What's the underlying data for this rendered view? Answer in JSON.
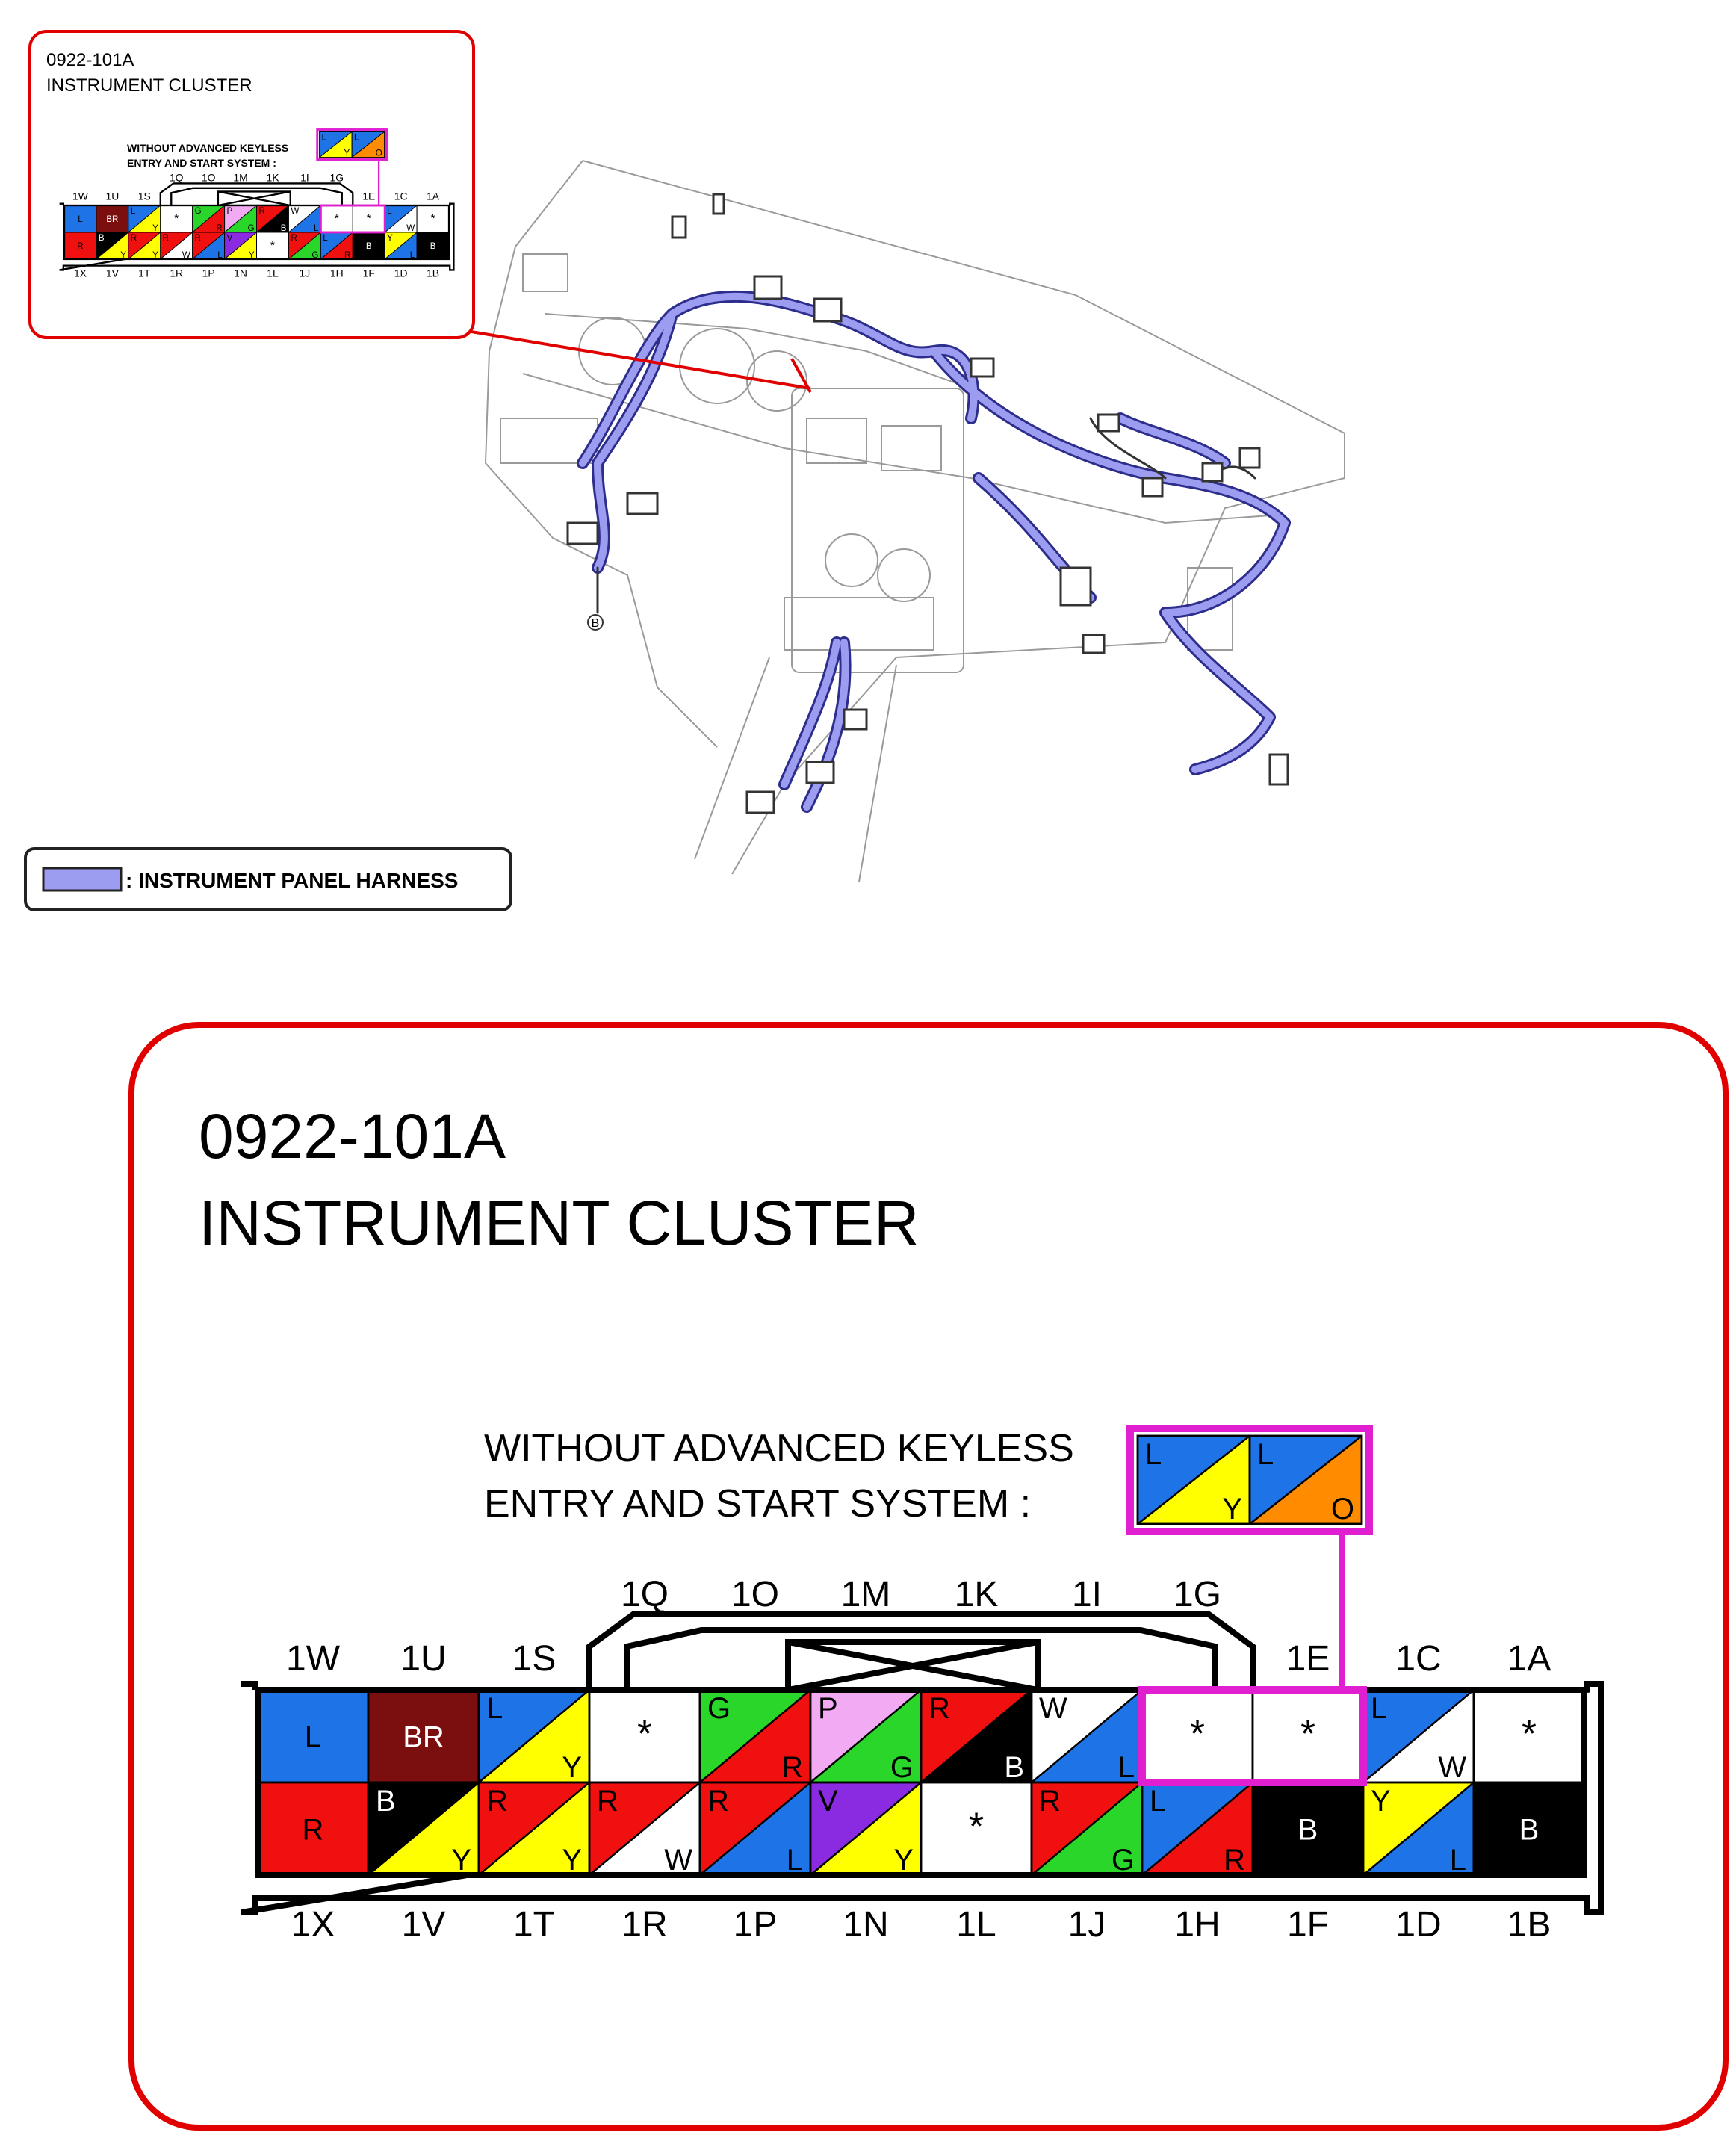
{
  "callout": {
    "part_number": "0922-101A",
    "title": "INSTRUMENT CLUSTER",
    "note_line1": "WITHOUT ADVANCED KEYLESS",
    "note_line2": "ENTRY AND START SYSTEM :"
  },
  "legend": {
    "harness_label": ": INSTRUMENT PANEL HARNESS",
    "harness_color": "#9c9cf0"
  },
  "ground_marker": "B",
  "connector": {
    "top_labels": [
      "1W",
      "1U",
      "1S",
      "1Q",
      "1O",
      "1M",
      "1K",
      "1I",
      "1G",
      "1E",
      "1C",
      "1A"
    ],
    "bottom_labels": [
      "1X",
      "1V",
      "1T",
      "1R",
      "1P",
      "1N",
      "1L",
      "1J",
      "1H",
      "1F",
      "1D",
      "1B"
    ],
    "top_row": [
      {
        "pin": "1W",
        "c1": "blue",
        "c2": "blue",
        "t1": "L",
        "t2": ""
      },
      {
        "pin": "1U",
        "c1": "brown",
        "c2": "brown",
        "t1": "BR",
        "t2": ""
      },
      {
        "pin": "1S",
        "c1": "blue",
        "c2": "yellow",
        "t1": "L",
        "t2": "Y"
      },
      {
        "pin": "1Q",
        "c1": "white",
        "c2": "white",
        "t1": "*",
        "t2": ""
      },
      {
        "pin": "1O",
        "c1": "green",
        "c2": "red",
        "t1": "G",
        "t2": "R"
      },
      {
        "pin": "1M",
        "c1": "pink",
        "c2": "green",
        "t1": "P",
        "t2": "G"
      },
      {
        "pin": "1K",
        "c1": "red",
        "c2": "black",
        "t1": "R",
        "t2": "B"
      },
      {
        "pin": "1I",
        "c1": "white",
        "c2": "blue",
        "t1": "W",
        "t2": "L"
      },
      {
        "pin": "1G",
        "c1": "white",
        "c2": "white",
        "t1": "*",
        "t2": ""
      },
      {
        "pin": "1E",
        "c1": "white",
        "c2": "white",
        "t1": "*",
        "t2": ""
      },
      {
        "pin": "1C",
        "c1": "blue",
        "c2": "white",
        "t1": "L",
        "t2": "W"
      },
      {
        "pin": "1A",
        "c1": "white",
        "c2": "white",
        "t1": "*",
        "t2": ""
      }
    ],
    "bottom_row": [
      {
        "pin": "1X",
        "c1": "red",
        "c2": "red",
        "t1": "R",
        "t2": ""
      },
      {
        "pin": "1V",
        "c1": "black",
        "c2": "yellow",
        "t1": "B",
        "t2": "Y"
      },
      {
        "pin": "1T",
        "c1": "red",
        "c2": "yellow",
        "t1": "R",
        "t2": "Y"
      },
      {
        "pin": "1R",
        "c1": "red",
        "c2": "white",
        "t1": "R",
        "t2": "W"
      },
      {
        "pin": "1P",
        "c1": "red",
        "c2": "blue",
        "t1": "R",
        "t2": "L"
      },
      {
        "pin": "1N",
        "c1": "violet",
        "c2": "yellow",
        "t1": "V",
        "t2": "Y"
      },
      {
        "pin": "1L",
        "c1": "white",
        "c2": "white",
        "t1": "*",
        "t2": ""
      },
      {
        "pin": "1J",
        "c1": "red",
        "c2": "green",
        "t1": "R",
        "t2": "G"
      },
      {
        "pin": "1H",
        "c1": "blue",
        "c2": "red",
        "t1": "L",
        "t2": "R"
      },
      {
        "pin": "1F",
        "c1": "black",
        "c2": "black",
        "t1": "B",
        "t2": ""
      },
      {
        "pin": "1D",
        "c1": "yellow",
        "c2": "blue",
        "t1": "Y",
        "t2": "L"
      },
      {
        "pin": "1B",
        "c1": "black",
        "c2": "black",
        "t1": "B",
        "t2": ""
      }
    ],
    "alt_pins": [
      {
        "c1": "blue",
        "c2": "yellow",
        "t1": "L",
        "t2": "Y"
      },
      {
        "c1": "blue",
        "c2": "orange",
        "t1": "L",
        "t2": "O"
      }
    ]
  },
  "colors": {
    "blue": "#1e73e6",
    "brown": "#7b0f0f",
    "yellow": "#ffff00",
    "white": "#ffffff",
    "green": "#2bd62b",
    "red": "#f01010",
    "pink": "#f2aaf2",
    "black": "#000000",
    "violet": "#8a2be2",
    "orange": "#ff8c00",
    "accent_red": "#e00000",
    "highlight_magenta": "#e020d0"
  }
}
